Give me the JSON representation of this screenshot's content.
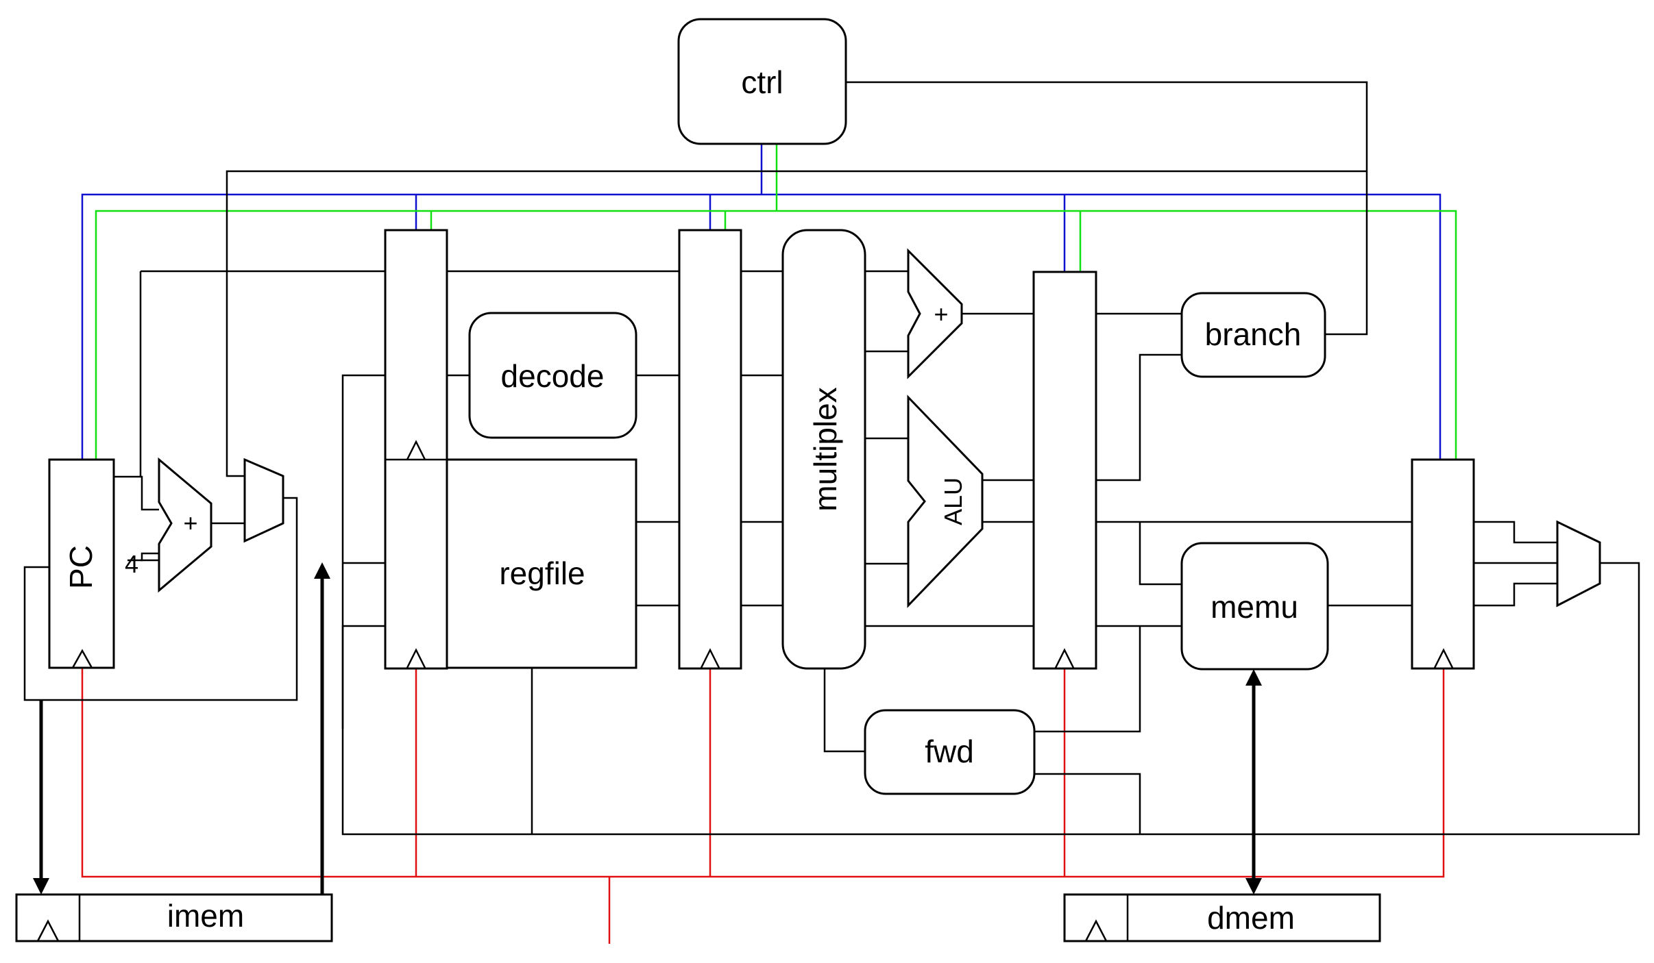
{
  "blocks": {
    "ctrl": "ctrl",
    "decode": "decode",
    "regfile": "regfile",
    "multiplex": "multiplex",
    "alu": "ALU",
    "branch": "branch",
    "memu": "memu",
    "fwd": "fwd",
    "pc": "PC",
    "imem": "imem",
    "dmem": "dmem"
  },
  "symbols": {
    "pc_adder": "+",
    "branch_adder": "+",
    "pc_increment": "4"
  },
  "colors": {
    "blue_line": "#1010d0",
    "green_line": "#10e010",
    "red_line": "#e01010",
    "black_line": "#000000"
  }
}
